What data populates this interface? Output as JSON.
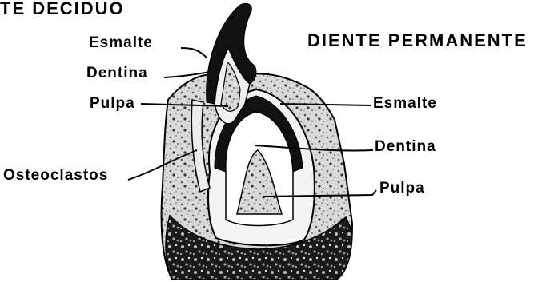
{
  "heading_left": "TE  DECIDUO",
  "heading_right": "DIENTE  PERMANENTE",
  "labels_left": {
    "esmalte": "Esmalte",
    "dentina": "Dentina",
    "pulpa": "Pulpa",
    "osteoclastos": "Osteoclastos"
  },
  "labels_right": {
    "esmalte": "Esmalte",
    "dentina": "Dentina",
    "pulpa": "Pulpa"
  },
  "colors": {
    "ink": "#000000",
    "background": "#ffffff",
    "bone_gray": "#c8c8c8",
    "enamel": "#111111"
  }
}
